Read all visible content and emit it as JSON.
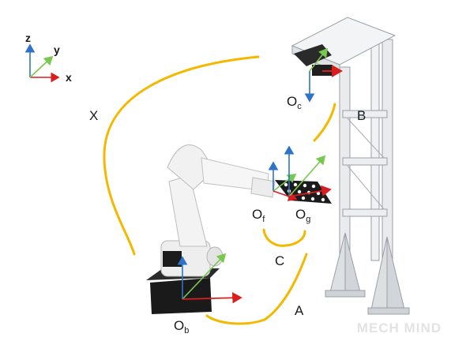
{
  "labels": {
    "X": "X",
    "A": "A",
    "B": "B",
    "C": "C",
    "O": "O",
    "b": "b",
    "c": "c",
    "f": "f",
    "g": "g"
  },
  "legend_axes": {
    "x": "x",
    "y": "y",
    "z": "z"
  },
  "watermark": "MECH MIND",
  "colors": {
    "transform_curve": "#f5b800",
    "axis_x": "#d81e1e",
    "axis_y": "#78c850",
    "axis_z": "#2e73c8",
    "frame": "#c0c4c8"
  }
}
